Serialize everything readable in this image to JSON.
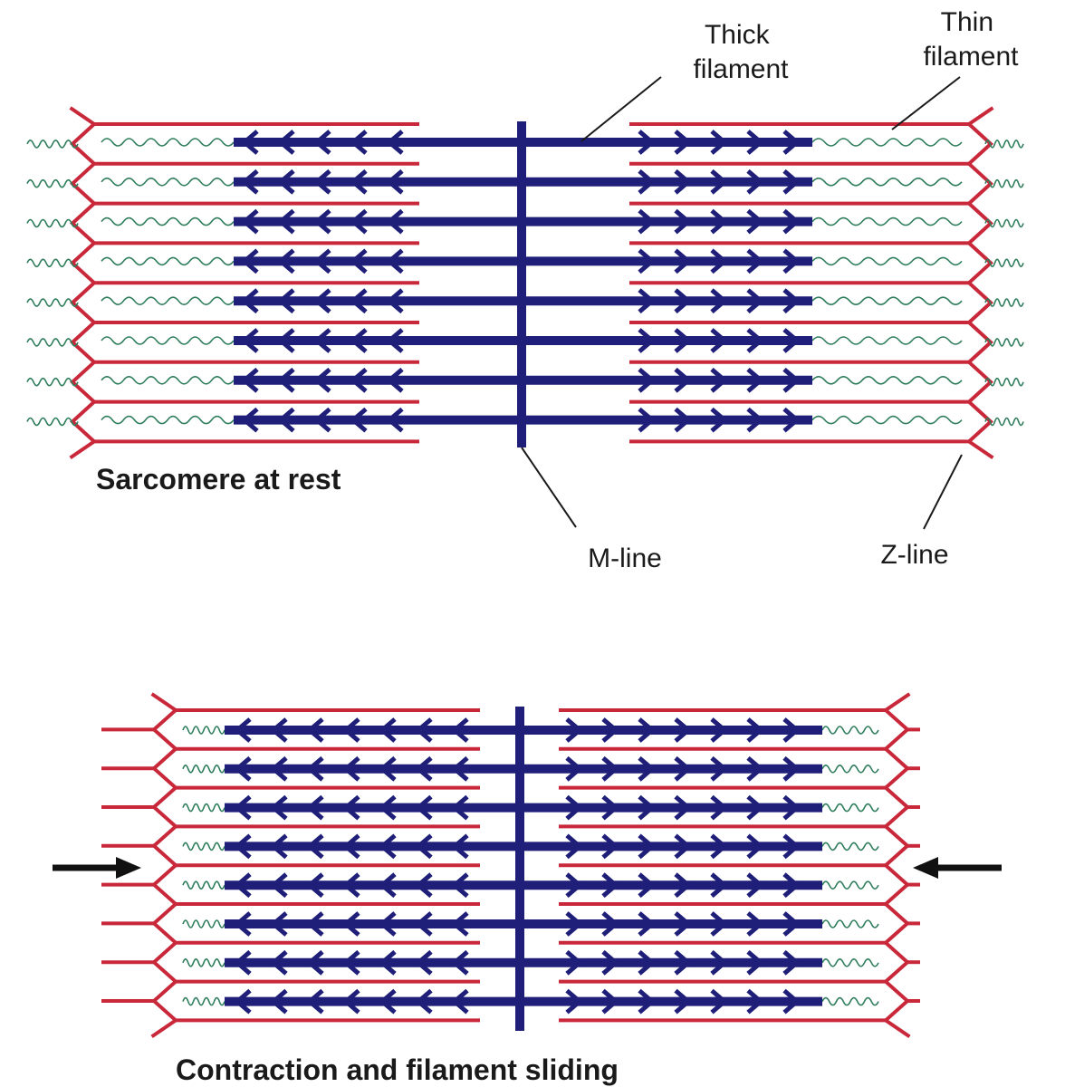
{
  "labels": {
    "thick_filament": [
      "Thick",
      "filament"
    ],
    "thin_filament": [
      "Thin",
      "filament"
    ],
    "m_line": "M-line",
    "z_line": "Z-line"
  },
  "captions": {
    "rest": "Sarcomere at rest",
    "contraction": "Contraction and filament sliding"
  },
  "colors": {
    "actin": "#c8283a",
    "myosin": "#1f1f7a",
    "titin": "#2e7d5b",
    "arrow": "#111111",
    "text": "#1a1a1a"
  },
  "icons": [
    "arrow-right-icon",
    "arrow-left-icon"
  ]
}
